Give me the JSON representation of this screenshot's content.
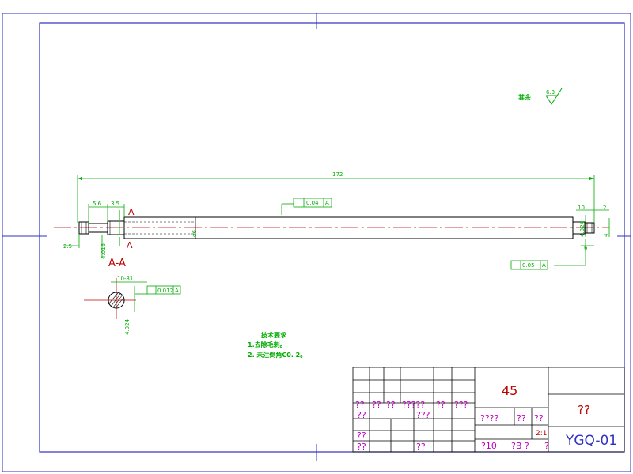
{
  "notes": {
    "surface_roughness_label": "其余",
    "surface_roughness_value": "6.3",
    "tech_title": "技术要求",
    "tech_line1": "1.去除毛刺。",
    "tech_line2": "2. 未注倒角C0. 2。"
  },
  "dimensions": {
    "overall_length": "172",
    "d_5_6": "5.6",
    "d_3_5": "3.5",
    "d_2_5": "2.5",
    "d_10": "10",
    "d_2": "2",
    "d_6": "6",
    "d_10_81": "10-81",
    "d_4_024": "4.024",
    "d_4_016": "4.016",
    "d_4": "4",
    "shaft_dia": "φ6",
    "tolerance_1": "0.04",
    "tolerance_1_ref": "A",
    "tolerance_2": "0.05",
    "tolerance_2_ref": "A",
    "tolerance_3": "0.012",
    "tolerance_3_ref": "A"
  },
  "section": {
    "label": "A-A",
    "cut_marker_top": "A",
    "cut_marker_bottom": "A"
  },
  "title_block": {
    "material": "45",
    "part_name": "??",
    "drawing_no": "YGQ-01",
    "row_labels": [
      "??",
      "??",
      "??",
      "?????",
      "??",
      "???"
    ],
    "cell_a": "??",
    "cell_b": "???",
    "cell_c": "????",
    "cell_d": "??",
    "cell_e": "??",
    "cell_f": "??",
    "cell_g": "??",
    "cell_h": "??",
    "scale": "2:1",
    "sheet_left": "?10",
    "sheet_mid": "?B ?",
    "sheet_right": "?"
  }
}
